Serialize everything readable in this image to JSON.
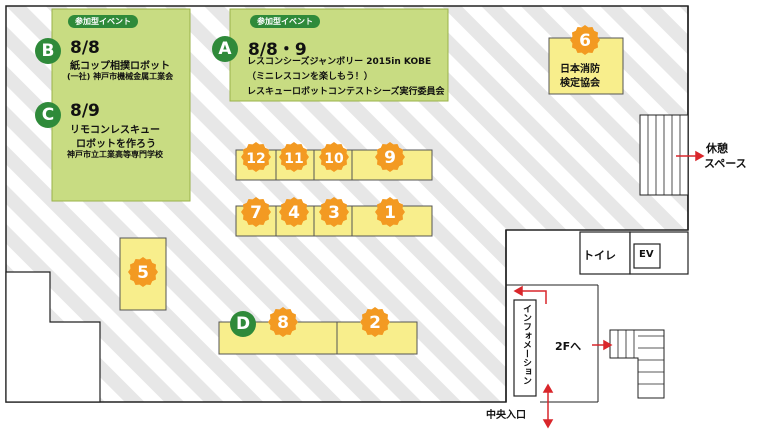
{
  "zones": {
    "A": {
      "tag": "参加型イベント",
      "badge": "A",
      "date": "8/8・9",
      "line1": "レスコンシーズジャンボリー 2015in KOBE",
      "line2": "（ミニレスコンを楽しもう！）",
      "line3": "レスキューロボットコンテストシーズ実行委員会"
    },
    "B": {
      "tag": "参加型イベント",
      "badge": "B",
      "date": "8/8",
      "line1": "紙コップ相撲ロボット",
      "line2": "(一社) 神戸市機械金属工業会"
    },
    "C": {
      "badge": "C",
      "date": "8/9",
      "line1": "リモコンレスキュー",
      "line2": "ロボットを作ろう",
      "line3": "神戸市立工業高等専門学校"
    },
    "D": {
      "badge": "D"
    }
  },
  "booths": {
    "b1": "1",
    "b2": "2",
    "b3": "3",
    "b4": "4",
    "b5": "5",
    "b6": "6",
    "b7": "7",
    "b8": "8",
    "b9": "9",
    "b10": "10",
    "b11": "11",
    "b12": "12"
  },
  "booth6_text": {
    "line1": "日本消防",
    "line2": "検定協会"
  },
  "labels": {
    "rest1": "休憩",
    "rest2": "スペース",
    "toilet": "トイレ",
    "ev": "EV",
    "info": "インフォメーション",
    "to2f": "2Fへ",
    "entrance": "中央入口"
  },
  "colors": {
    "green_zone": "#c8dc82",
    "booth_yellow": "#f8ee8c",
    "orange_badge": "#f39a22",
    "green_badge": "#2f8a3a",
    "arrow_red": "#d9262b",
    "stripe": "#e6e6e6"
  }
}
